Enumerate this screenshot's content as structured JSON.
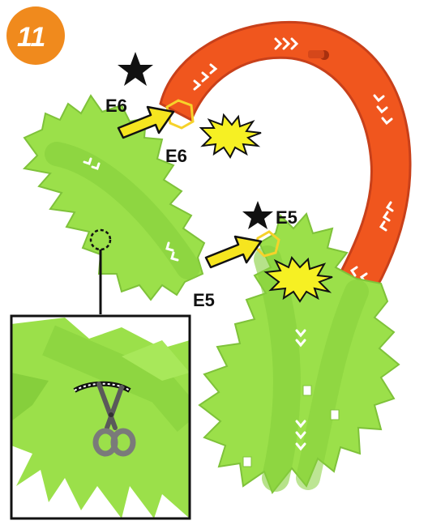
{
  "step": {
    "number": "11"
  },
  "labels": {
    "e6_top": "E6",
    "e6_bottom": "E6",
    "e5_top": "E5",
    "e5_bottom": "E5"
  },
  "icons": [
    "star-icon",
    "star-icon",
    "arrow-icon",
    "arrow-icon",
    "burst-icon",
    "burst-icon",
    "scissors-icon"
  ],
  "colors": {
    "badge": "#f08a1d",
    "orange_track": "#f0561e",
    "green_track": "#9be04a",
    "arrow": "#f6e51f",
    "burst": "#f6f023",
    "connector_outline": "#f6d22a"
  }
}
